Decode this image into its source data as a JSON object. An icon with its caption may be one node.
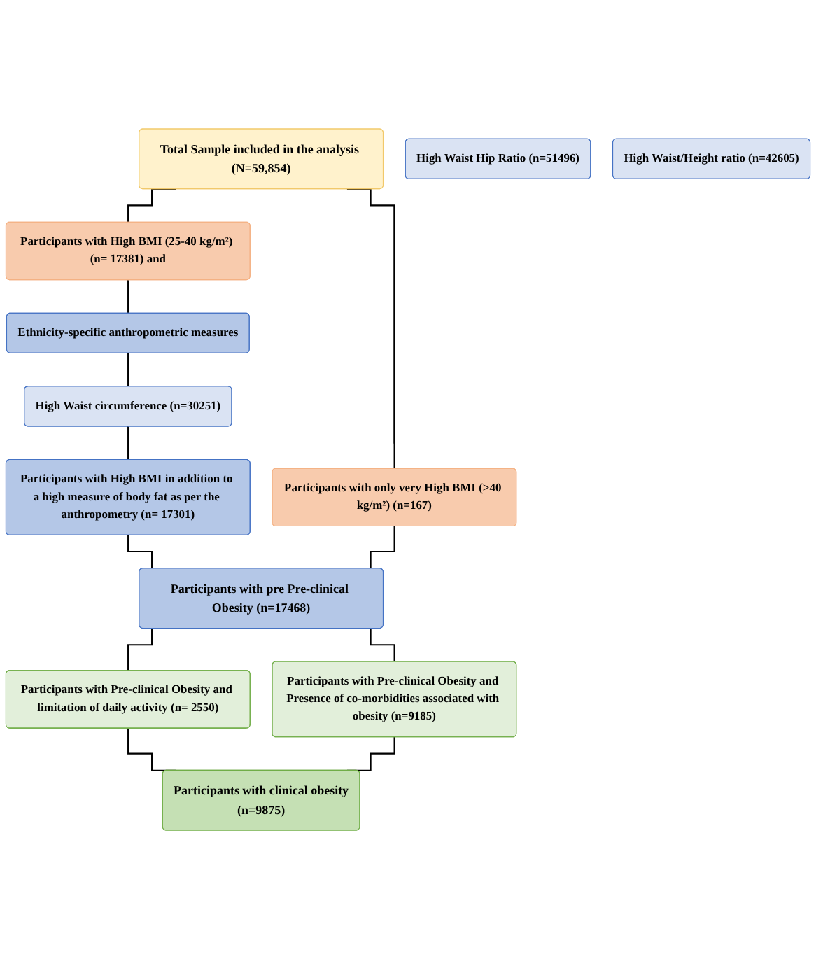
{
  "diagram": {
    "nodes": [
      {
        "text": [
          "Total Sample included in the analysis (N=59,854)"
        ]
      },
      {
        "text": [
          "Participants with High BMI (25-40 kg/m²) (n= 17381) and"
        ]
      },
      {
        "text": [
          "Participants with only very High BMI (>40 kg/m²) (n=167)"
        ]
      },
      {
        "text": [
          "Ethnicity-specific anthropometric measures"
        ]
      },
      {
        "text": [
          "High Waist circumference (n=30251)"
        ]
      },
      {
        "text": [
          "High Waist Hip Ratio (n=51496)"
        ]
      },
      {
        "text": [
          "High Waist/Height ratio (n=42605)"
        ]
      },
      {
        "text": [
          "Participants with High BMI in addition to a high measure of body fat as per the anthropometry (n= 17301)"
        ]
      },
      {
        "text": [
          "Participants with pre Pre-clinical Obesity (n=17468)"
        ]
      },
      {
        "text": [
          "Participants with Pre-clinical Obesity and limitation of daily activity (n= 2550)"
        ]
      },
      {
        "text": [
          "Participants with Pre-clinical Obesity and Presence of co-morbidities associated with obesity (n=9185)"
        ]
      },
      {
        "text": [
          "Participants with clinical obesity",
          "(n=9875)"
        ]
      }
    ],
    "edges": [
      {
        "from": 0,
        "to": 1,
        "arrow": "none"
      },
      {
        "from": 0,
        "to": 2,
        "arrow": "none"
      },
      {
        "from": 1,
        "to": 3,
        "arrow": "none"
      },
      {
        "from": 3,
        "to": 4,
        "arrow": "none"
      },
      {
        "from": 4,
        "to": 7,
        "arrow": "none"
      },
      {
        "from": 7,
        "to": 8,
        "arrow": "none"
      },
      {
        "from": 2,
        "to": 8,
        "arrow": "none"
      },
      {
        "from": 8,
        "to": 9,
        "arrow": "none"
      },
      {
        "from": 8,
        "to": 10,
        "arrow": "none"
      },
      {
        "from": 9,
        "to": 11,
        "arrow": "none"
      },
      {
        "from": 10,
        "to": 11,
        "arrow": "none"
      }
    ]
  }
}
